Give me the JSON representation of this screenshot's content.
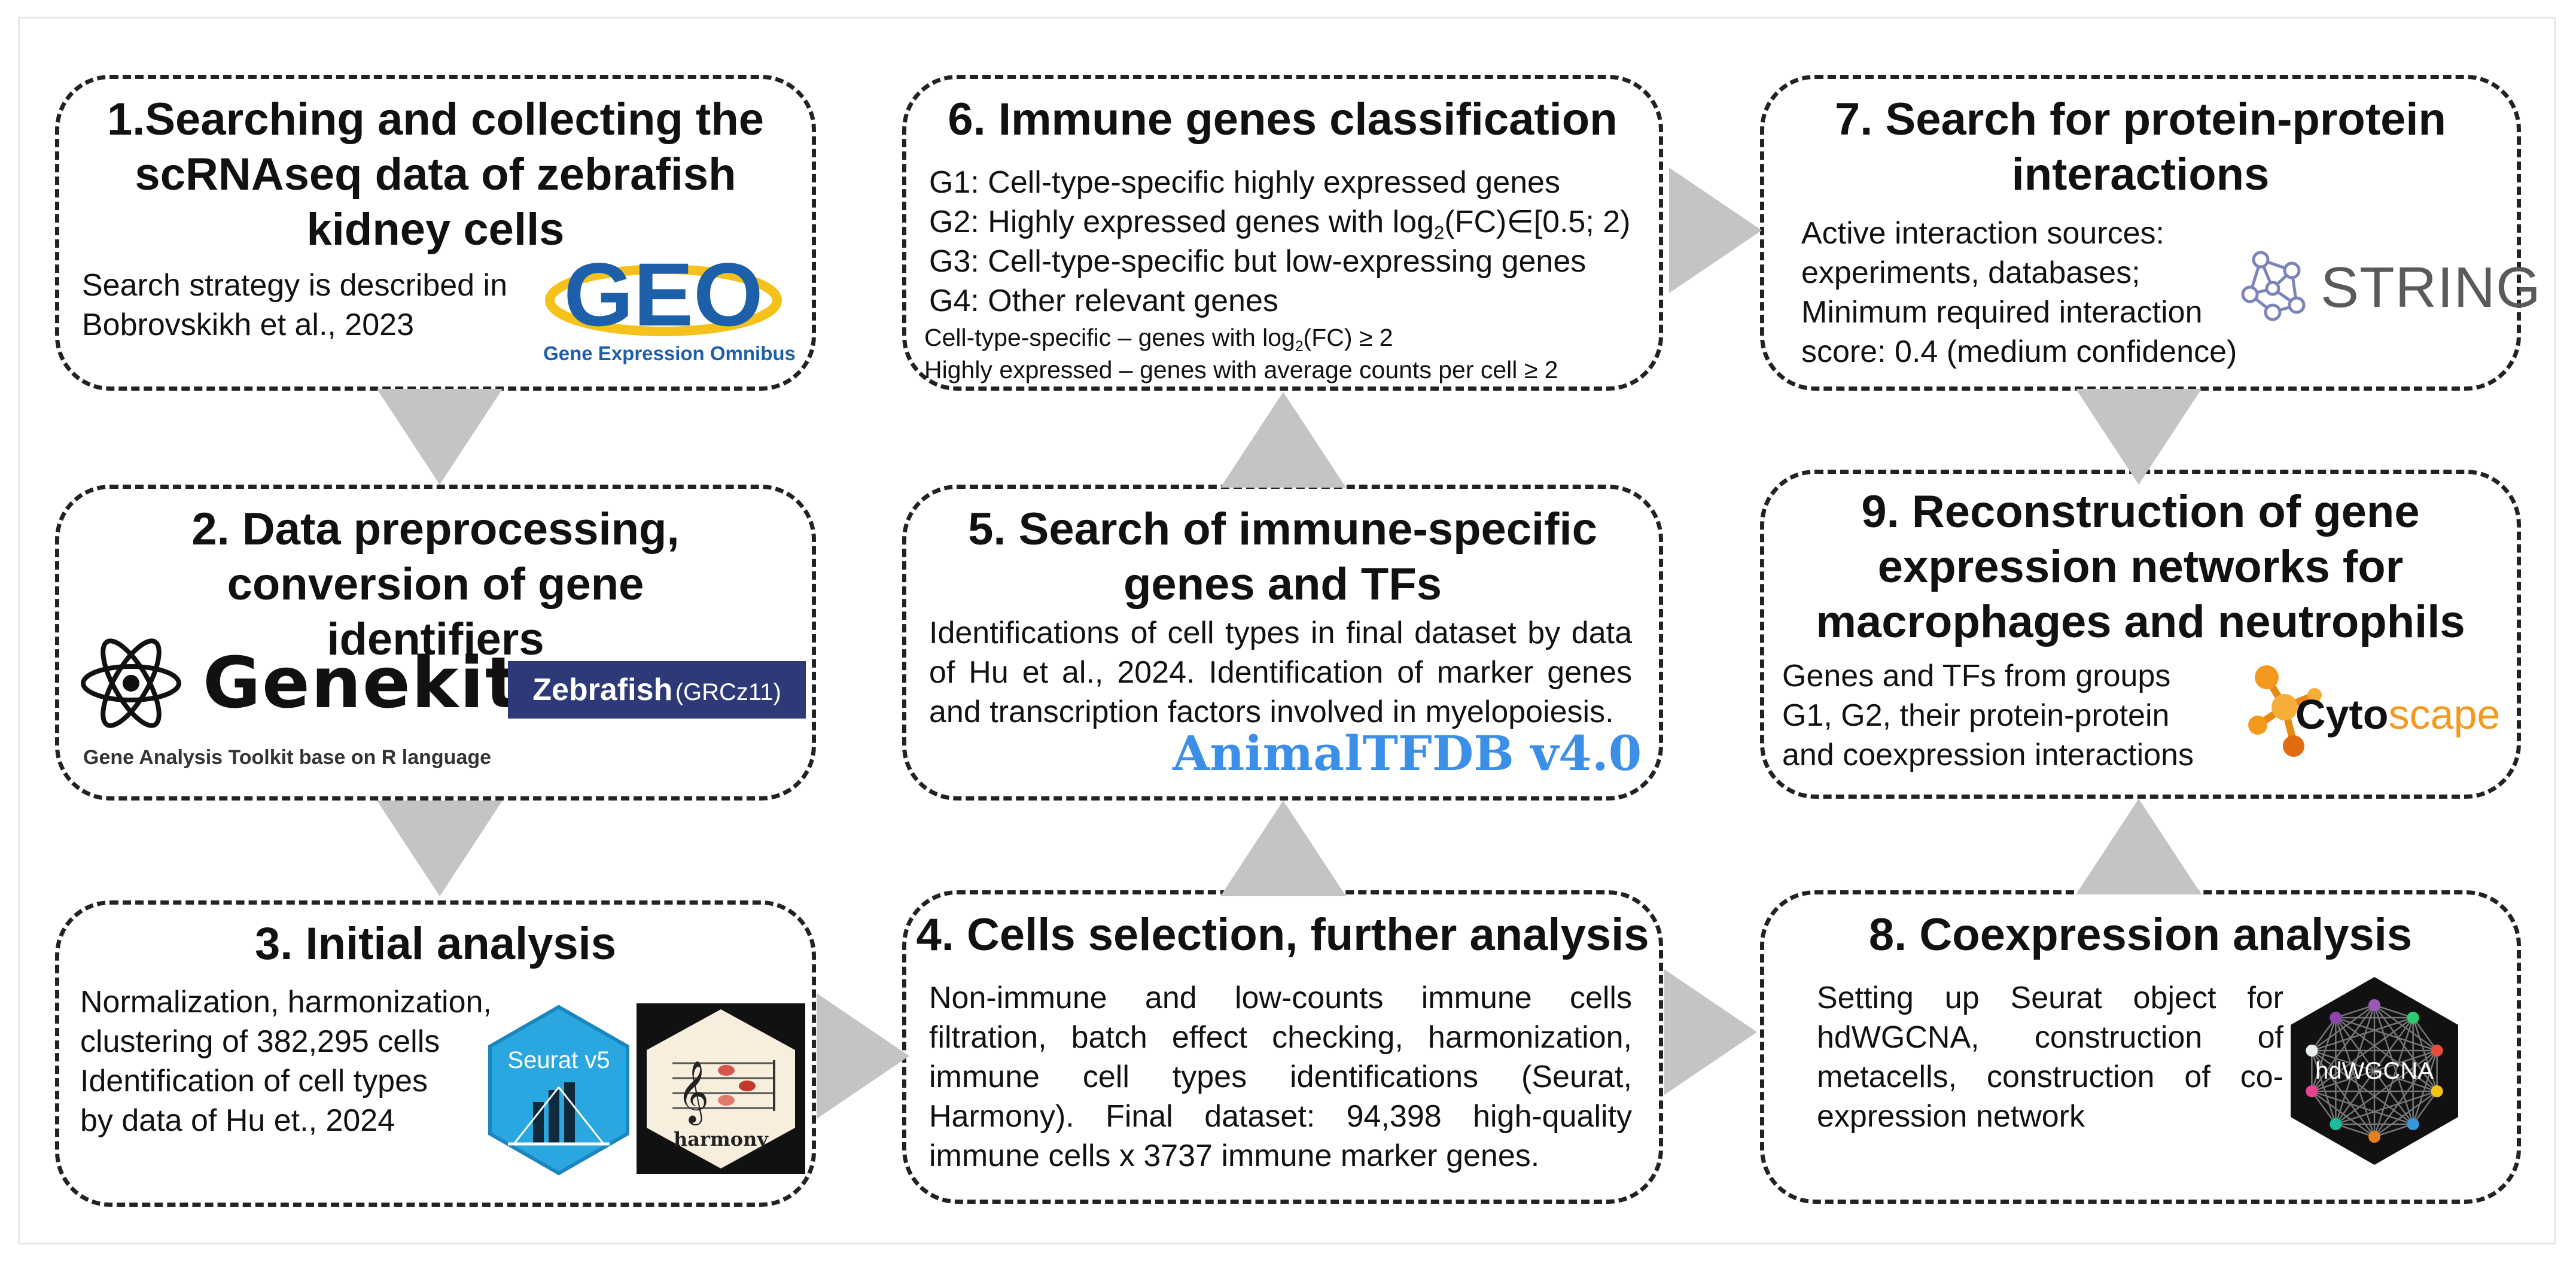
{
  "steps": {
    "s1": {
      "title": "1.Searching and collecting the scRNAseq data of zebrafish kidney cells",
      "text": "Search strategy is described in Bobrovskikh et al., 2023"
    },
    "s2": {
      "title": "2. Data preprocessing, conversion of gene identifiers"
    },
    "s3": {
      "title": "3. Initial analysis",
      "lines": [
        "Normalization, harmonization,",
        "clustering of 382,295 cells",
        "Identification of cell types",
        "by data of Hu et., 2024"
      ]
    },
    "s4": {
      "title": "4. Cells selection, further analysis",
      "text": "Non-immune and low-counts immune cells filtration, batch effect checking, harmonization, immune cell types identifications (Seurat, Harmony). Final dataset: 94,398 high-quality immune cells x 3737 immune marker genes."
    },
    "s5": {
      "title": "5. Search of immune-specific genes and TFs",
      "text": "Identifications of cell types in final dataset by data of Hu et al., 2024. Identification of marker genes and transcription factors involved in myelopoiesis."
    },
    "s6": {
      "title": "6. Immune genes classification",
      "g1": "G1: Cell-type-specific highly expressed genes",
      "g2_pre": "G2: Highly expressed genes with log",
      "g2_sub": "2",
      "g2_post": "(FC)∈[0.5; 2)",
      "g3": "G3: Cell-type-specific but low-expressing genes",
      "g4": "G4: Other relevant genes",
      "n1_pre": "Cell-type-specific – genes with log",
      "n1_sub": "2",
      "n1_post": "(FC) ≥ 2",
      "n2": "Highly expressed – genes with average counts per cell ≥ 2"
    },
    "s7": {
      "title": "7. Search for protein-protein interactions",
      "lines": [
        "Active interaction sources:",
        "experiments, databases;",
        "Minimum required interaction",
        "score: 0.4 (medium confidence)"
      ]
    },
    "s8": {
      "title": "8. Coexpression analysis",
      "text": "Setting up Seurat object for hdWGCNA, construction of metacells, construction of co-expression network"
    },
    "s9": {
      "title": "9. Reconstruction of gene expression networks for macrophages and neutrophils",
      "lines": [
        "Genes and TFs from groups",
        "G1, G2, their protein-protein",
        "and coexpression interactions"
      ]
    }
  },
  "logos": {
    "geo_main": "GEO",
    "geo_sub": "Gene Expression Omnibus",
    "genekitr": "Genekitr",
    "genekitr_sub": "Gene Analysis Toolkit base on R language",
    "zebrafish": "Zebrafish",
    "zebrafish_ver": "(GRCz11)",
    "seurat": "Seurat v5",
    "harmony": "harmony",
    "animaltfdb": "AnimalTFDB v4.0",
    "string": "STRING",
    "cyto_a": "Cyto",
    "cyto_b": "scape",
    "hdwgcna": "hdWGCNA"
  },
  "colors": {
    "geo_blue": "#1d5fa8",
    "geo_yellow": "#f4c21a",
    "zebrafish_bg": "#2e3a78",
    "seurat_blue": "#2aa7e0",
    "animaltfdb_blue": "#3b8fe6",
    "cyto_orange": "#f39a1e",
    "arrow_gray": "#c4c4c4"
  }
}
